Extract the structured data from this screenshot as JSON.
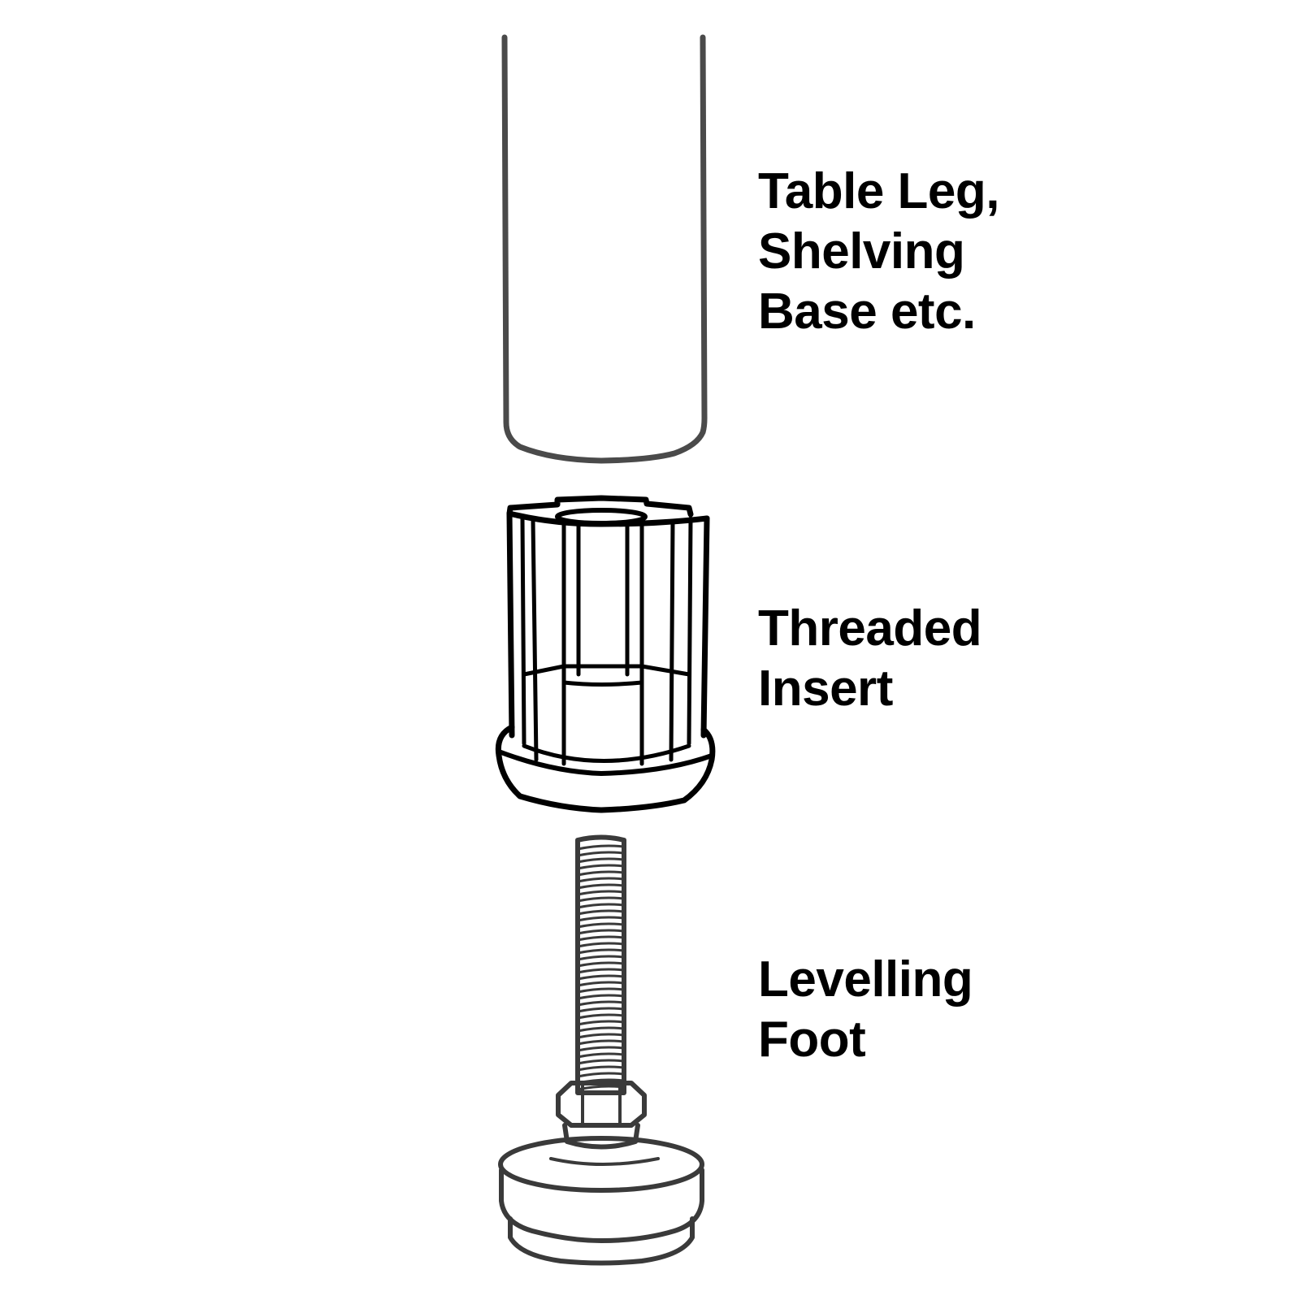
{
  "labels": {
    "table_leg": [
      "Table Leg,",
      "Shelving",
      "Base etc."
    ],
    "threaded_insert": [
      "Threaded",
      "Insert"
    ],
    "levelling_foot": [
      "Levelling",
      "Foot"
    ]
  },
  "colors": {
    "leg_outline": "#4a4a4a",
    "insert_outline": "#000000",
    "foot_outline": "#3a3a3a",
    "background": "#ffffff"
  }
}
